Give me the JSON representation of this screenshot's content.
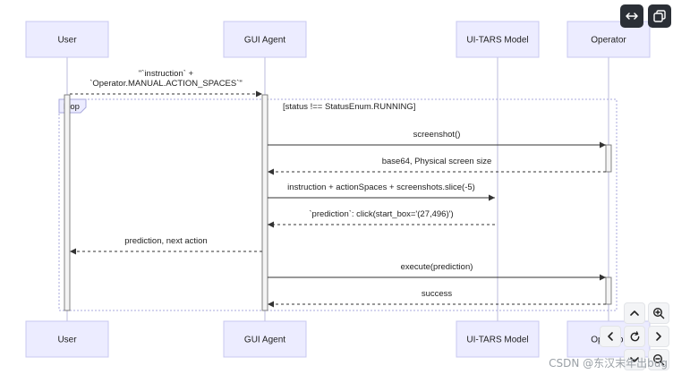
{
  "participants": [
    {
      "id": "user",
      "label": "User"
    },
    {
      "id": "agent",
      "label": "GUI Agent"
    },
    {
      "id": "model",
      "label": "UI-TARS Model"
    },
    {
      "id": "operator",
      "label": "Operator"
    }
  ],
  "messages": [
    {
      "from": "user",
      "to": "agent",
      "style": "dashed",
      "lines": [
        "\"`instruction` +",
        "`Operator.MANUAL.ACTION_SPACES`\""
      ]
    },
    {
      "from": "agent",
      "to": "operator",
      "style": "solid",
      "lines": [
        "screenshot()"
      ]
    },
    {
      "from": "operator",
      "to": "agent",
      "style": "dashed",
      "lines": [
        "base64, Physical screen size"
      ]
    },
    {
      "from": "agent",
      "to": "model",
      "style": "solid",
      "lines": [
        "instruction + actionSpaces + screenshots.slice(-5)"
      ]
    },
    {
      "from": "model",
      "to": "agent",
      "style": "dashed",
      "lines": [
        "`prediction`: click(start_box='(27,496)')"
      ]
    },
    {
      "from": "agent",
      "to": "user",
      "style": "dashed",
      "lines": [
        "prediction, next action"
      ]
    },
    {
      "from": "agent",
      "to": "operator",
      "style": "solid",
      "lines": [
        "execute(prediction)"
      ]
    },
    {
      "from": "operator",
      "to": "agent",
      "style": "dashed",
      "lines": [
        "success"
      ]
    }
  ],
  "loop": {
    "label": "loop",
    "condition": "[status !== StatusEnum.RUNNING]"
  },
  "colors": {
    "actor_fill": "#ececff",
    "actor_stroke": "#c8c8f0",
    "lifeline": "#bbbbdd",
    "message": "#333333",
    "activation_fill": "#f4f4f4",
    "activation_stroke": "#666666",
    "loop_border": "#aaaadd",
    "text": "#222222"
  },
  "controls": {
    "top": [
      {
        "icon": "expand-horizontal-icon"
      },
      {
        "icon": "copy-icon"
      }
    ],
    "nav": [
      {
        "icon": "chevron-up-icon"
      },
      {
        "icon": "zoom-in-icon"
      },
      {
        "icon": "chevron-left-icon"
      },
      {
        "icon": "reset-icon"
      },
      {
        "icon": "chevron-right-icon"
      },
      {
        "icon": "chevron-down-icon"
      },
      {
        "icon": "zoom-out-icon"
      }
    ]
  },
  "watermark": "CSDN @东汉末年出bug"
}
